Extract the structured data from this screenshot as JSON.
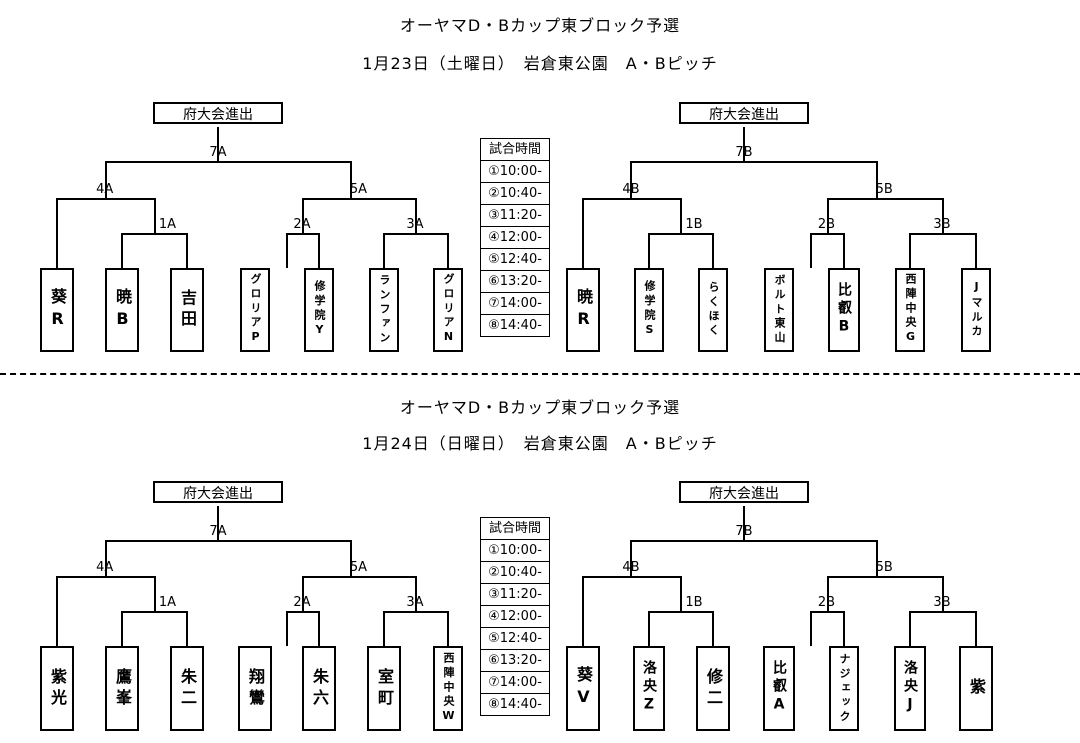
{
  "days": [
    {
      "title1": "オーヤマD・Bカップ東ブロック予選",
      "title2": "1月23日（土曜日）　岩倉東公園　A・Bピッチ",
      "left": {
        "goal": "府大会進出",
        "final": "7A",
        "semi_l": "4A",
        "semi_r": "5A",
        "q1": "1A",
        "q2": "2A",
        "q3": "3A",
        "teams": [
          "葵R",
          "暁B",
          "吉田",
          "グロリアP",
          "修学院Y",
          "ランファン",
          "グロリアN"
        ]
      },
      "right": {
        "goal": "府大会進出",
        "final": "7B",
        "semi_l": "4B",
        "semi_r": "5B",
        "q1": "1B",
        "q2": "2B",
        "q3": "3B",
        "teams": [
          "暁R",
          "修学院S",
          "らくほく",
          "ボルト東山",
          "比叡B",
          "西陣中央G",
          "Jマルカ"
        ]
      }
    },
    {
      "title1": "オーヤマD・Bカップ東ブロック予選",
      "title2": "1月24日（日曜日）　岩倉東公園　A・Bピッチ",
      "left": {
        "goal": "府大会進出",
        "final": "7A",
        "semi_l": "4A",
        "semi_r": "5A",
        "q1": "1A",
        "q2": "2A",
        "q3": "3A",
        "teams": [
          "紫光",
          "鷹峯",
          "朱二",
          "翔鸞",
          "朱六",
          "室町",
          "西陣中央W"
        ]
      },
      "right": {
        "goal": "府大会進出",
        "final": "7B",
        "semi_l": "4B",
        "semi_r": "5B",
        "q1": "1B",
        "q2": "2B",
        "q3": "3B",
        "teams": [
          "葵V",
          "洛央Z",
          "修二",
          "比叡A",
          "ナジェック",
          "洛央J",
          "紫"
        ]
      }
    }
  ],
  "schedule": [
    "試合時間",
    "①10:00-",
    "②10:40-",
    "③11:20-",
    "④12:00-",
    "⑤12:40-",
    "⑥13:20-",
    "⑦14:00-",
    "⑧14:40-"
  ]
}
